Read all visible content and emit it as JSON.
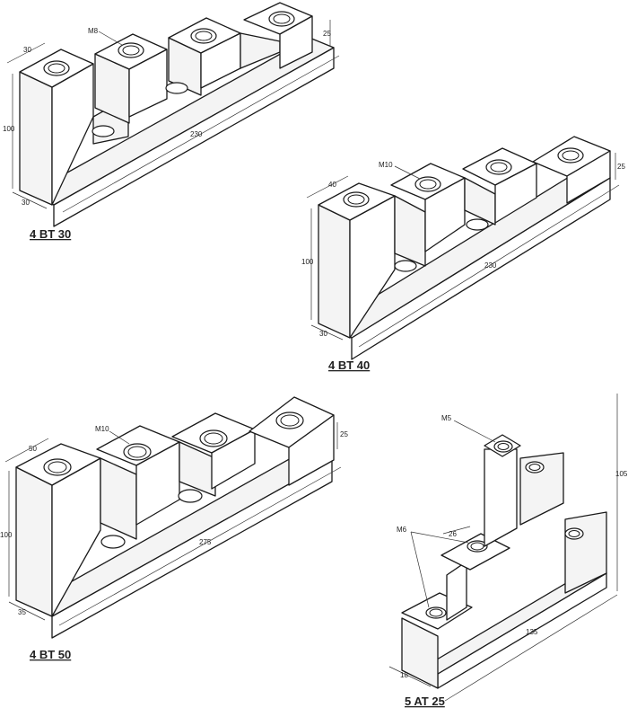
{
  "parts": [
    {
      "caption": "4 BT 30",
      "dims": {
        "width": "30",
        "height": "100",
        "depth": "30",
        "length": "230",
        "step": "25",
        "thread": "M8"
      }
    },
    {
      "caption": "4 BT 40",
      "dims": {
        "width": "40",
        "height": "100",
        "depth": "30",
        "length": "230",
        "step": "25",
        "thread": "M10"
      }
    },
    {
      "caption": "4 BT 50",
      "dims": {
        "width": "50",
        "height": "100",
        "depth": "35",
        "length": "275",
        "step": "25",
        "thread": "M10"
      }
    },
    {
      "caption": "5 AT 25",
      "dims": {
        "height": "105",
        "depth": "18",
        "length": "135",
        "pitch": "26",
        "thread_top": "M5",
        "thread_side": "M6"
      }
    }
  ]
}
